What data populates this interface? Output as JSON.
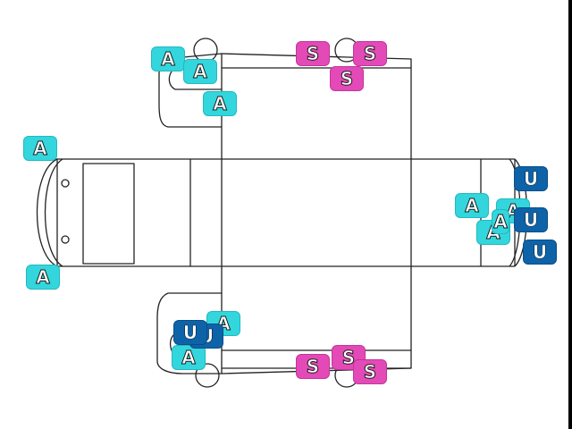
{
  "colors": {
    "line": "#222222",
    "marker_a": "#33d6dd",
    "marker_s": "#e34ab7",
    "marker_u": "#0e63a8"
  },
  "markers": {
    "a1": "A",
    "a2": "A",
    "a3": "A",
    "a4": "A",
    "a5": "A",
    "a6": "A",
    "a7": "A",
    "a8": "A",
    "a9": "A",
    "a10": "A",
    "a11": "A",
    "s1": "S",
    "s2": "S",
    "s3": "S",
    "s4": "S",
    "s5": "S",
    "s6": "S",
    "u1": "U",
    "u2": "U",
    "u3": "U",
    "u4": "U",
    "u5": "U"
  }
}
